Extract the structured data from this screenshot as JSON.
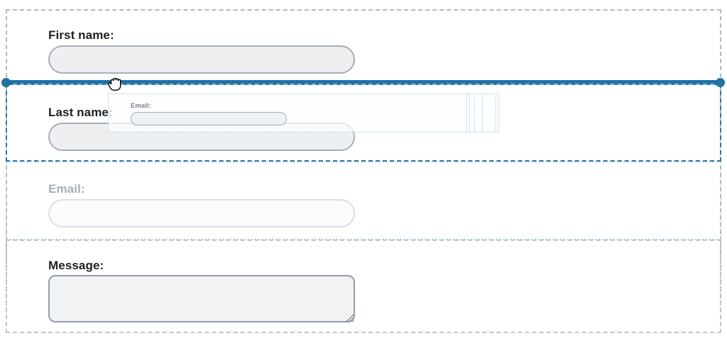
{
  "theme": {
    "accent_blue": "#1f73a8",
    "dashed_gray": "#b5b7b9",
    "dashed_blue": "#2478ad",
    "dashed_light_blue": "#aecbdd",
    "input_fill": "#edeff1",
    "input_border": "#a8aeb8",
    "label_color": "#1d2125",
    "faded_label": "#a8aeb4"
  },
  "form": {
    "fields": [
      {
        "label": "First name:",
        "type": "text",
        "state": "default"
      },
      {
        "label": "Last name:",
        "type": "text",
        "state": "active-drop-target"
      },
      {
        "label": "Email:",
        "type": "text",
        "state": "drag-source-faded"
      },
      {
        "label": "Message:",
        "type": "textarea",
        "state": "default"
      }
    ]
  },
  "drag_ghost": {
    "field_label": "Email:"
  },
  "icons": {
    "cursor": "grabbing-hand-cursor",
    "textarea_corner": "resize-grip-icon",
    "drop_indicator": "drop-indicator-line-with-end-dots"
  }
}
